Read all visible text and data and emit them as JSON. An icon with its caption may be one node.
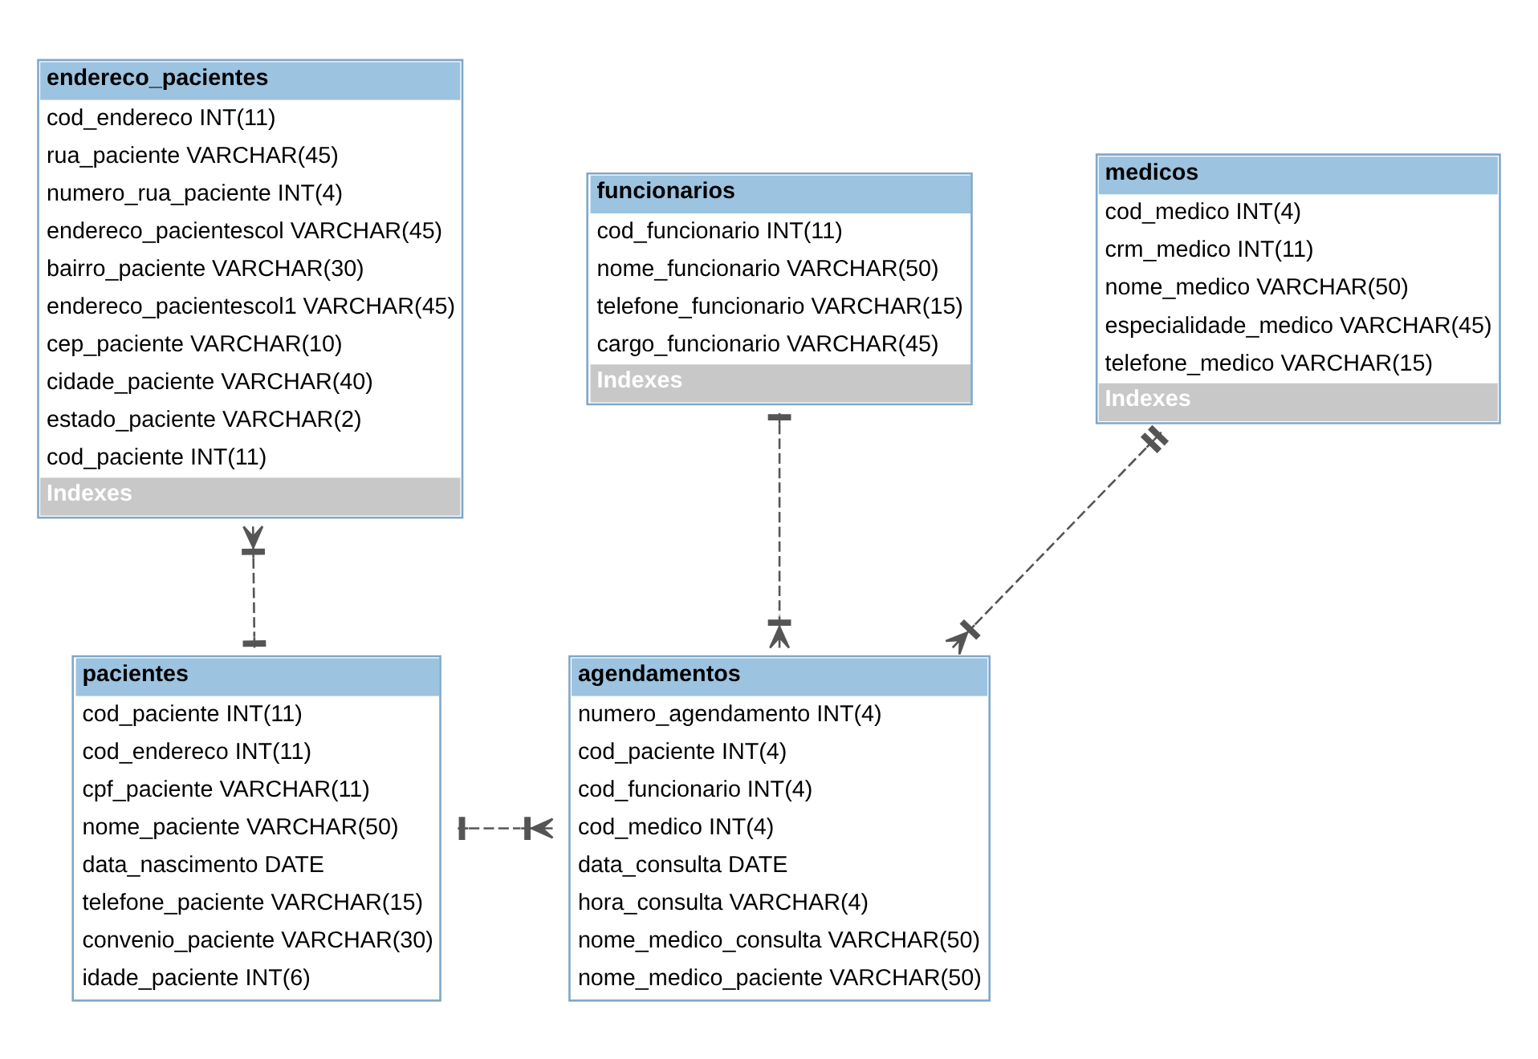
{
  "diagram": {
    "nodes": [
      {
        "text": [
          "endereco_pacientes",
          "cod_endereco INT(11)",
          "rua_paciente VARCHAR(45)",
          "numero_rua_paciente INT(4)",
          "endereco_pacientescol VARCHAR(45)",
          "bairro_paciente VARCHAR(30)",
          "endereco_pacientescol1 VARCHAR(45)",
          "cep_paciente VARCHAR(10)",
          "cidade_paciente VARCHAR(40)",
          "estado_paciente VARCHAR(2)",
          "cod_paciente INT(11)",
          "Indexes"
        ]
      },
      {
        "text": [
          "funcionarios",
          "cod_funcionario INT(11)",
          "nome_funcionario VARCHAR(50)",
          "telefone_funcionario VARCHAR(15)",
          "cargo_funcionario VARCHAR(45)",
          "Indexes"
        ]
      },
      {
        "text": [
          "medicos",
          "cod_medico INT(4)",
          "crm_medico INT(11)",
          "nome_medico VARCHAR(50)",
          "especialidade_medico VARCHAR(45)",
          "telefone_medico VARCHAR(15)",
          "Indexes"
        ]
      },
      {
        "text": [
          "pacientes",
          "cod_paciente INT(11)",
          "cod_endereco INT(11)",
          "cpf_paciente VARCHAR(11)",
          "nome_paciente VARCHAR(50)",
          "data_nascimento DATE",
          "telefone_paciente VARCHAR(15)",
          "convenio_paciente VARCHAR(30)",
          "idade_paciente INT(6)"
        ]
      },
      {
        "text": [
          "agendamentos",
          "numero_agendamento INT(4)",
          "cod_paciente INT(4)",
          "cod_funcionario INT(4)",
          "cod_medico INT(4)",
          "data_consulta DATE",
          "hora_consulta VARCHAR(4)",
          "nome_medico_consulta VARCHAR(50)",
          "nome_medico_paciente VARCHAR(50)"
        ]
      }
    ],
    "edges": [
      {
        "from": 0,
        "to": 3,
        "arrow": "other",
        "style": "dashed"
      },
      {
        "from": 1,
        "to": 4,
        "arrow": "other",
        "style": "dashed"
      },
      {
        "from": 2,
        "to": 4,
        "arrow": "other",
        "style": "dashed"
      },
      {
        "from": 3,
        "to": 4,
        "arrow": "other",
        "style": "dashed"
      }
    ]
  }
}
